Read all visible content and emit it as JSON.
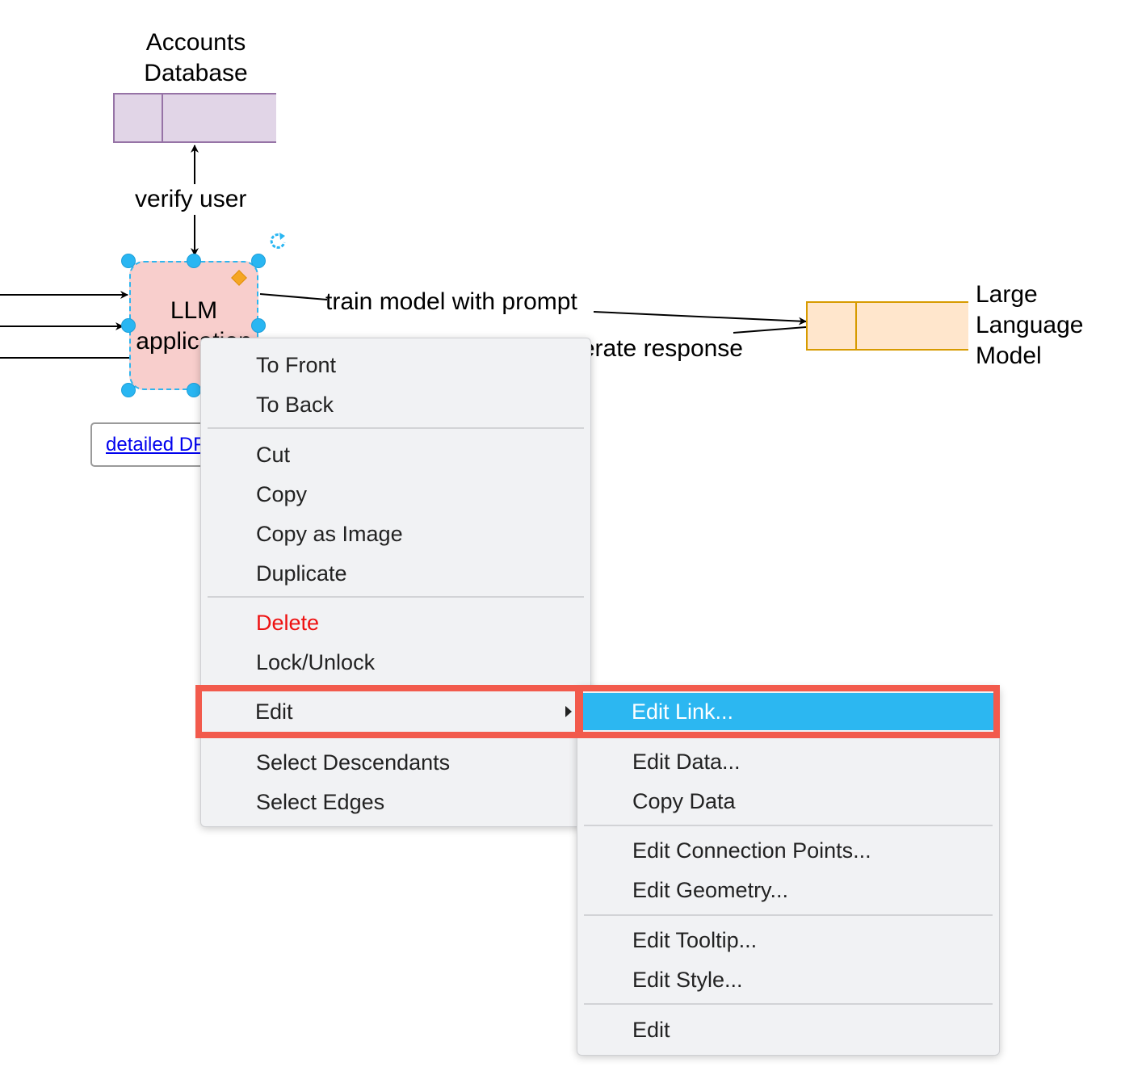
{
  "diagram": {
    "accounts_db": {
      "label": "Accounts\nDatabase",
      "fill": "#e1d5e7",
      "stroke": "#9673a6"
    },
    "llm_app": {
      "label": "LLM\napplication",
      "fill": "#f8cecc",
      "selection": "#29b6f2"
    },
    "llm_model": {
      "label": "Large\nLanguage\nModel",
      "fill": "#ffe6cc",
      "stroke": "#d79b00"
    },
    "edges": {
      "verify_user": "verify user",
      "train_model": "train model with prompt",
      "generate_response": "generate response"
    },
    "link_label": "detailed DFD"
  },
  "context_menu": {
    "groups": [
      [
        "To Front",
        "To Back"
      ],
      [
        "Cut",
        "Copy",
        "Copy as Image",
        "Duplicate"
      ],
      [
        "Delete",
        "Lock/Unlock"
      ],
      [
        "Edit"
      ],
      [
        "Select Descendants",
        "Select Edges"
      ]
    ],
    "labels": {
      "to_front": "To Front",
      "to_back": "To Back",
      "cut": "Cut",
      "copy": "Copy",
      "copy_as_image": "Copy as Image",
      "duplicate": "Duplicate",
      "delete": "Delete",
      "lock_unlock": "Lock/Unlock",
      "edit": "Edit",
      "select_descendants": "Select Descendants",
      "select_edges": "Select Edges"
    },
    "highlighted": "Edit"
  },
  "edit_submenu": {
    "labels": {
      "edit_link": "Edit Link...",
      "edit_data": "Edit Data...",
      "copy_data": "Copy Data",
      "edit_connection_points": "Edit Connection Points...",
      "edit_geometry": "Edit Geometry...",
      "edit_tooltip": "Edit Tooltip...",
      "edit_style": "Edit Style...",
      "edit": "Edit"
    },
    "highlighted": "Edit Link...",
    "highlight_color": "#2cb7f1",
    "annotation_color": "#f25a4c"
  }
}
